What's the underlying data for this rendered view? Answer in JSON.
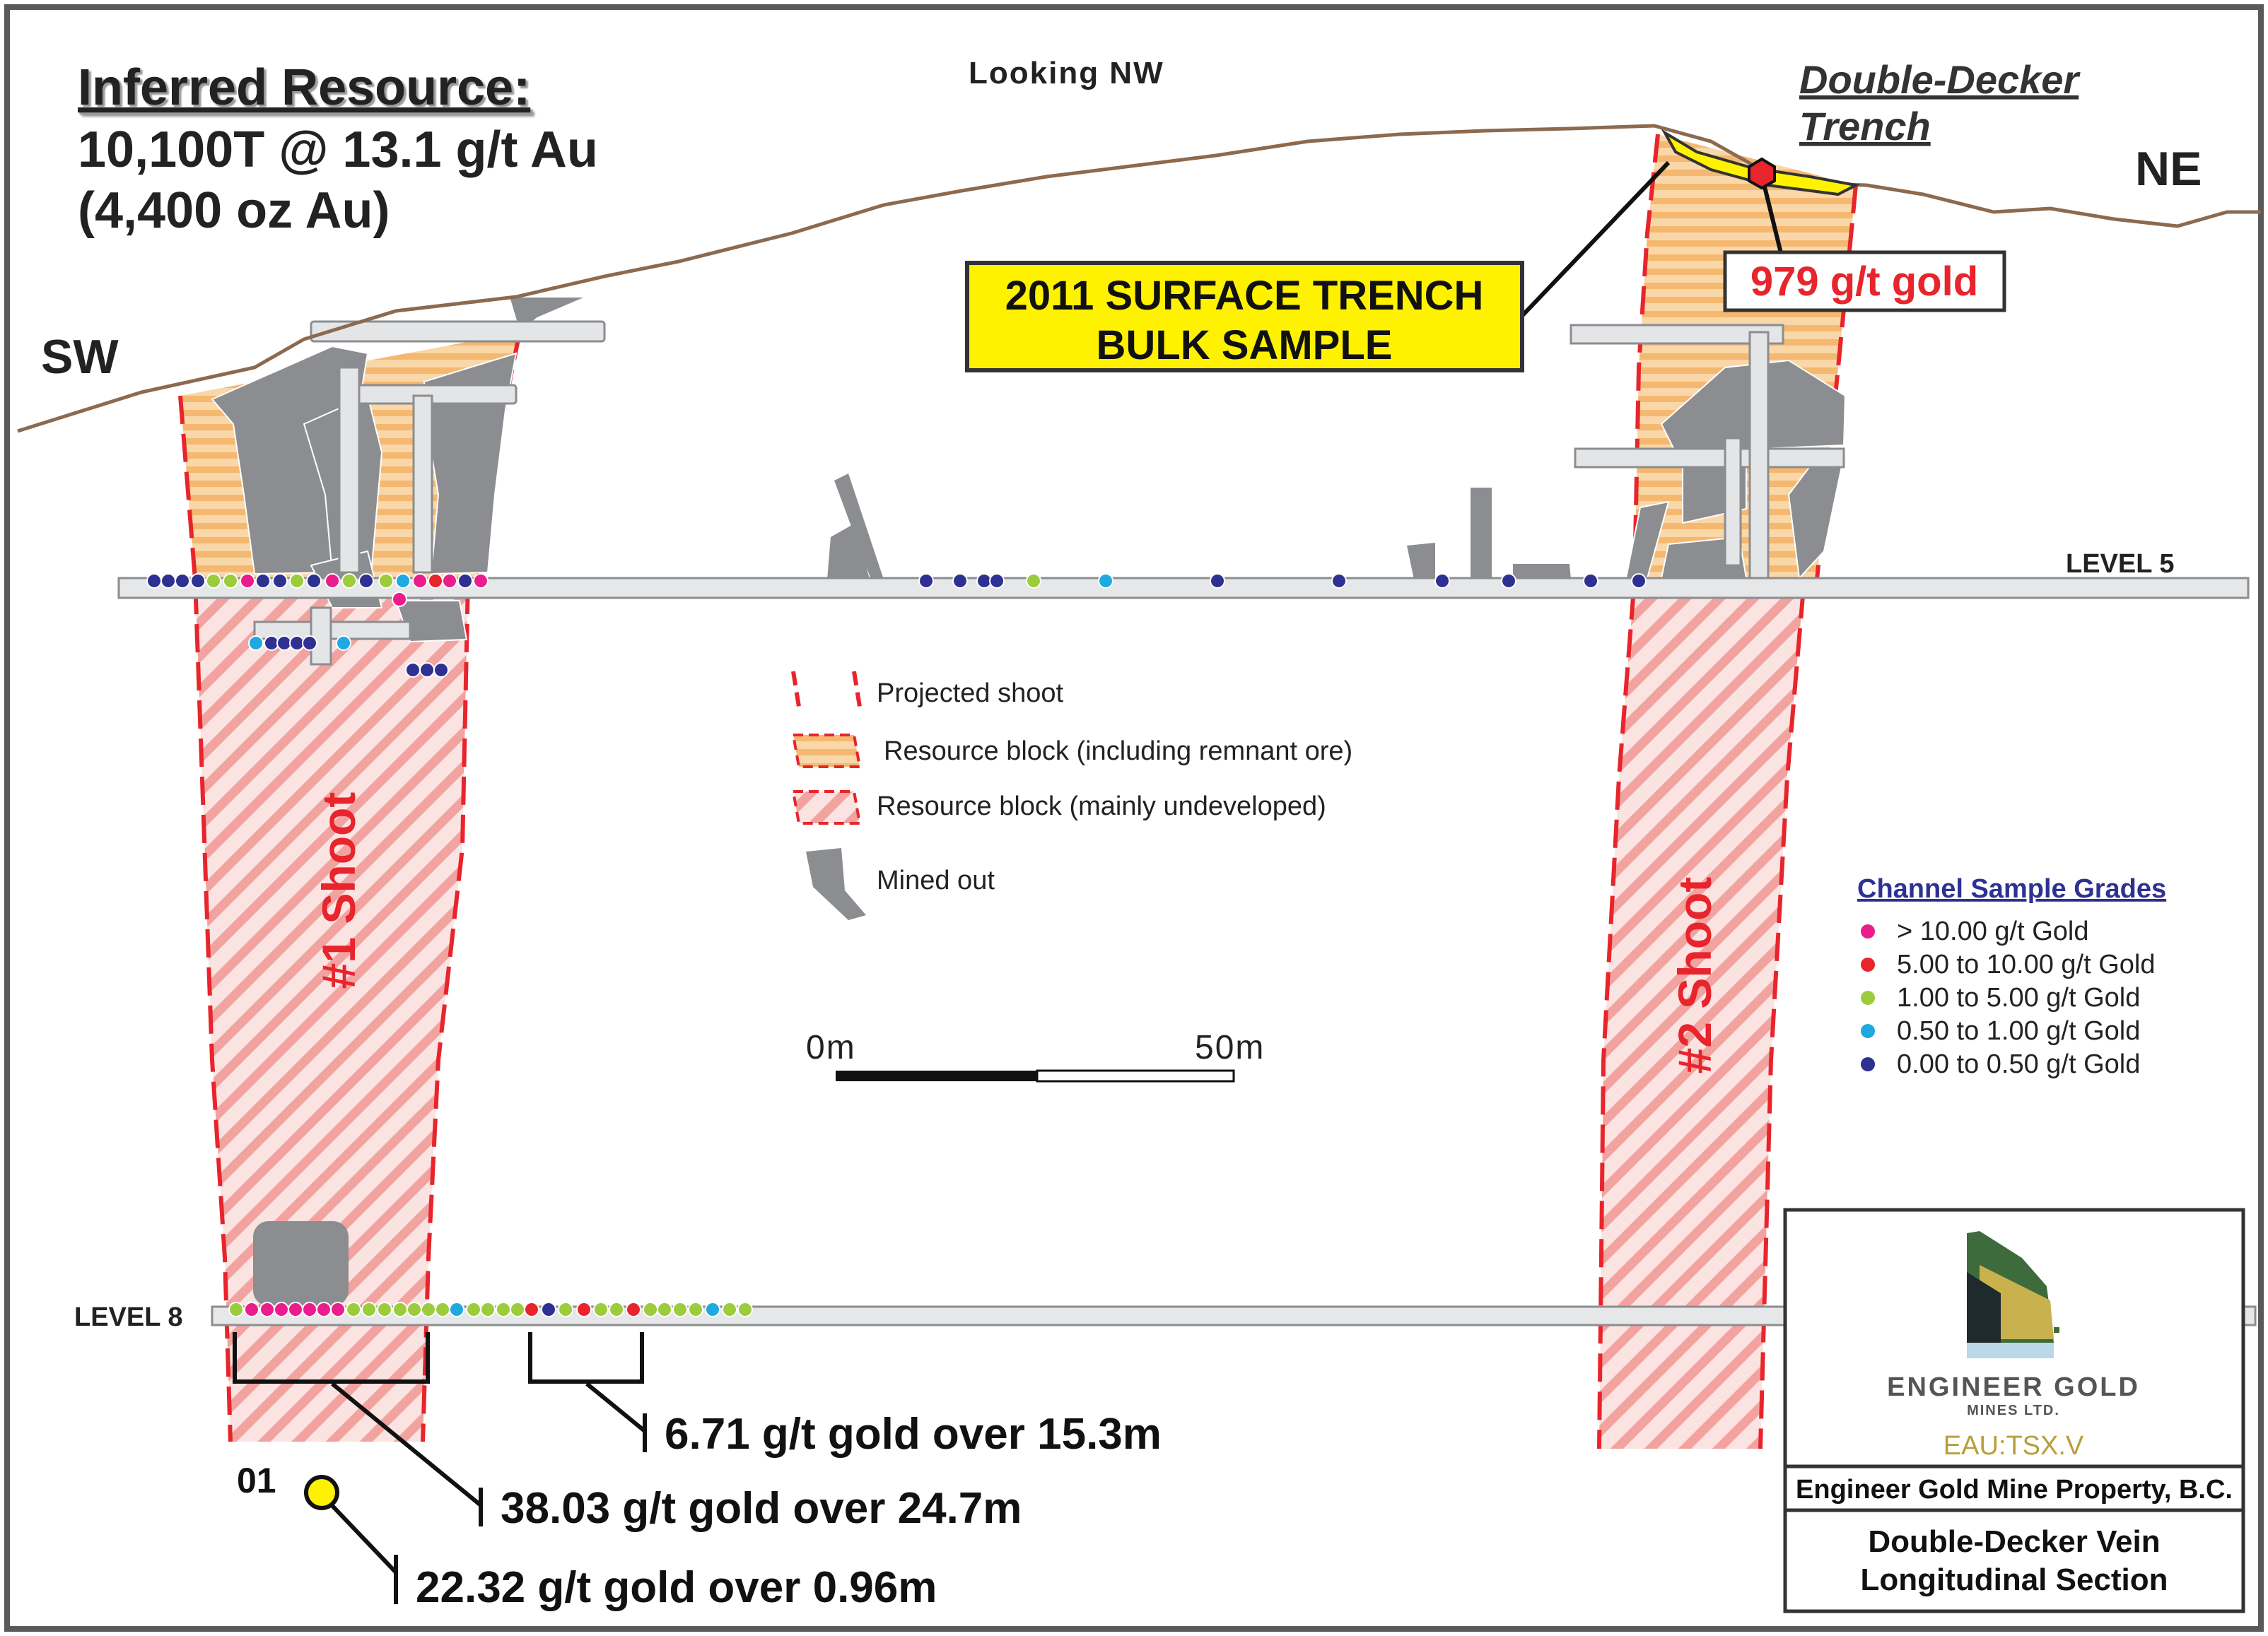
{
  "resource": {
    "heading": "Inferred Resource:",
    "tonnage_line": "10,100T @ 13.1 g/t Au",
    "ounces_line": "(4,400 oz Au)"
  },
  "orientation": {
    "view": "Looking NW",
    "left": "SW",
    "right": "NE"
  },
  "trench": {
    "name_line1": "Double-Decker",
    "name_line2": "Trench",
    "callout_line1": "2011 SURFACE TRENCH",
    "callout_line2": "BULK SAMPLE",
    "grade_label": "979 g/t gold"
  },
  "levels": {
    "level5": "LEVEL 5",
    "level8": "LEVEL 8"
  },
  "shoots": {
    "shoot1": "#1 Shoot",
    "shoot2": "#2 Shoot"
  },
  "legend": {
    "projected": "Projected shoot",
    "resource_remnant": "Resource block (including remnant ore)",
    "resource_undeveloped": "Resource block (mainly undeveloped)",
    "mined": "Mined out"
  },
  "grades": {
    "title": "Channel Sample Grades",
    "items": [
      {
        "label": "> 10.00 g/t Gold",
        "color": "#e91e8c"
      },
      {
        "label": "5.00 to 10.00 g/t Gold",
        "color": "#e8242c"
      },
      {
        "label": "1.00 to 5.00 g/t Gold",
        "color": "#9ccc3c"
      },
      {
        "label": "0.50 to 1.00 g/t Gold",
        "color": "#1fa9e1"
      },
      {
        "label": "0.00 to 0.50 g/t Gold",
        "color": "#2e3192"
      }
    ]
  },
  "scale": {
    "start": "0m",
    "end": "50m"
  },
  "intercepts": {
    "a": "6.71 g/t gold over 15.3m",
    "b": "38.03 g/t gold over 24.7m",
    "c": "22.32 g/t gold over 0.96m",
    "hole": "01"
  },
  "company": {
    "name": "ENGINEER GOLD",
    "sub": "MINES LTD.",
    "ticker": "EAU:TSX.V",
    "property": "Engineer Gold Mine Property, B.C.",
    "title_line1": "Double-Decker Vein",
    "title_line2": "Longitudinal Section"
  },
  "colors": {
    "mined": "#8c8d90",
    "drift": "#e4e5e6",
    "projected": "#e8242c",
    "hatch": "#f3a0a0",
    "remnant": "#f7c27a",
    "surface": "#8b6a50",
    "callout": "#fff200"
  }
}
